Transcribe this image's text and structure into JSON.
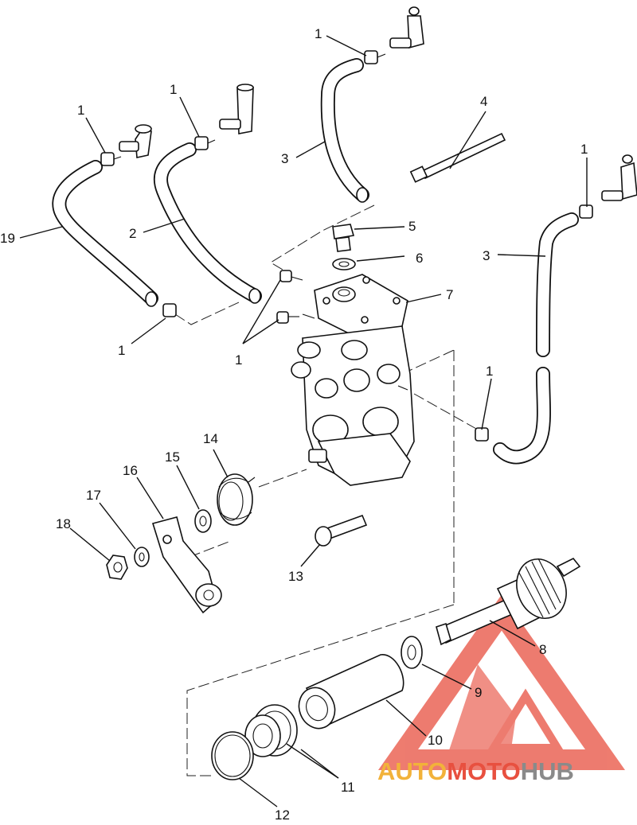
{
  "diagram": {
    "callouts": [
      {
        "id": "c1a",
        "text": "1"
      },
      {
        "id": "c1b",
        "text": "1"
      },
      {
        "id": "c1c",
        "text": "1"
      },
      {
        "id": "c1d",
        "text": "1"
      },
      {
        "id": "c1e",
        "text": "1"
      },
      {
        "id": "c1f",
        "text": "1"
      },
      {
        "id": "c1g",
        "text": "1"
      },
      {
        "id": "c2",
        "text": "2"
      },
      {
        "id": "c3a",
        "text": "3"
      },
      {
        "id": "c3b",
        "text": "3"
      },
      {
        "id": "c4",
        "text": "4"
      },
      {
        "id": "c5",
        "text": "5"
      },
      {
        "id": "c6",
        "text": "6"
      },
      {
        "id": "c7",
        "text": "7"
      },
      {
        "id": "c8",
        "text": "8"
      },
      {
        "id": "c9",
        "text": "9"
      },
      {
        "id": "c10",
        "text": "10"
      },
      {
        "id": "c11",
        "text": "11"
      },
      {
        "id": "c12",
        "text": "12"
      },
      {
        "id": "c13",
        "text": "13"
      },
      {
        "id": "c14",
        "text": "14"
      },
      {
        "id": "c15",
        "text": "15"
      },
      {
        "id": "c16",
        "text": "16"
      },
      {
        "id": "c17",
        "text": "17"
      },
      {
        "id": "c18",
        "text": "18"
      },
      {
        "id": "c19",
        "text": "19"
      }
    ]
  },
  "watermark": {
    "part1": "AUTO",
    "part2": "MOTO",
    "part3": "HUB",
    "color_orange": "#f2b23a",
    "color_red": "#e8503f",
    "color_gray": "#8a8a8a"
  }
}
